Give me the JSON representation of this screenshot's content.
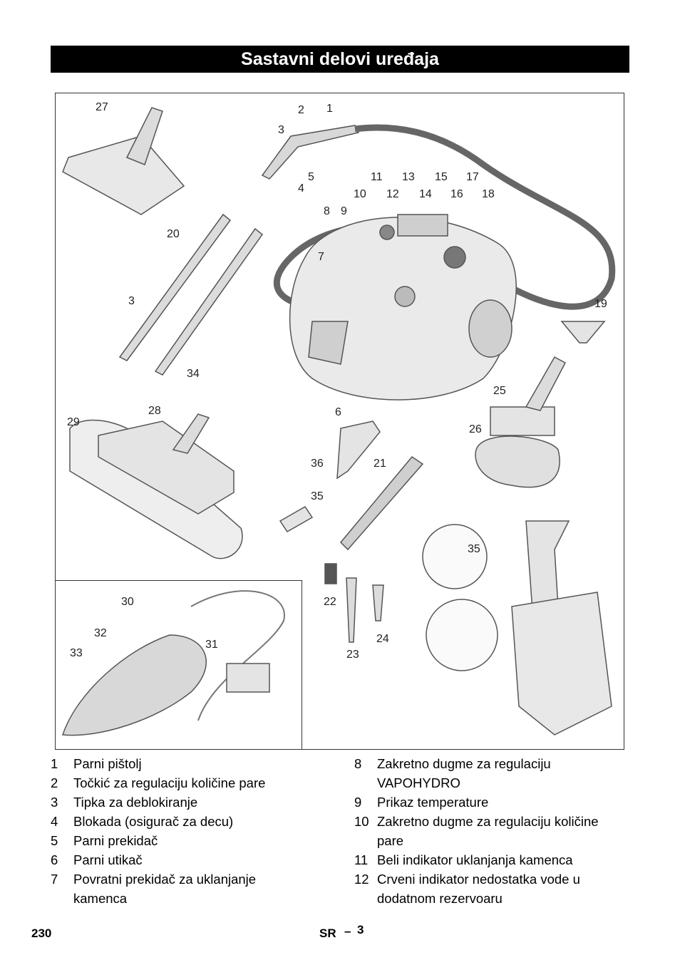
{
  "header": {
    "title": "Sastavni delovi uređaja"
  },
  "figure": {
    "callouts": [
      "27",
      "2",
      "1",
      "3",
      "5",
      "4",
      "11",
      "13",
      "15",
      "17",
      "10",
      "12",
      "14",
      "16",
      "18",
      "8",
      "9",
      "7",
      "20",
      "3",
      "34",
      "19",
      "6",
      "25",
      "26",
      "28",
      "29",
      "36",
      "21",
      "35",
      "35",
      "22",
      "23",
      "24",
      "30",
      "32",
      "33",
      "31"
    ]
  },
  "legend": {
    "left": [
      {
        "num": "1",
        "text": "Parni pištolj"
      },
      {
        "num": "2",
        "text": "Točkić za regulaciju količine pare"
      },
      {
        "num": "3",
        "text": "Tipka za deblokiranje"
      },
      {
        "num": "4",
        "text": "Blokada (osigurač za decu)"
      },
      {
        "num": "5",
        "text": "Parni prekidač"
      },
      {
        "num": "6",
        "text": "Parni utikač"
      },
      {
        "num": "7",
        "text": "Povratni prekidač za uklanjanje kamenca"
      }
    ],
    "right": [
      {
        "num": "8",
        "text": "Zakretno dugme za regulaciju VAPOHYDRO"
      },
      {
        "num": "9",
        "text": "Prikaz temperature"
      },
      {
        "num": "10",
        "text": "Zakretno dugme za regulaciju količine pare"
      },
      {
        "num": "11",
        "text": "Beli indikator uklanjanja kamenca"
      },
      {
        "num": "12",
        "text": "Crveni indikator nedostatka vode u dodatnom rezervoaru"
      }
    ]
  },
  "footer": {
    "page": "230",
    "lang": "SR",
    "dash": "–",
    "section": "3"
  }
}
